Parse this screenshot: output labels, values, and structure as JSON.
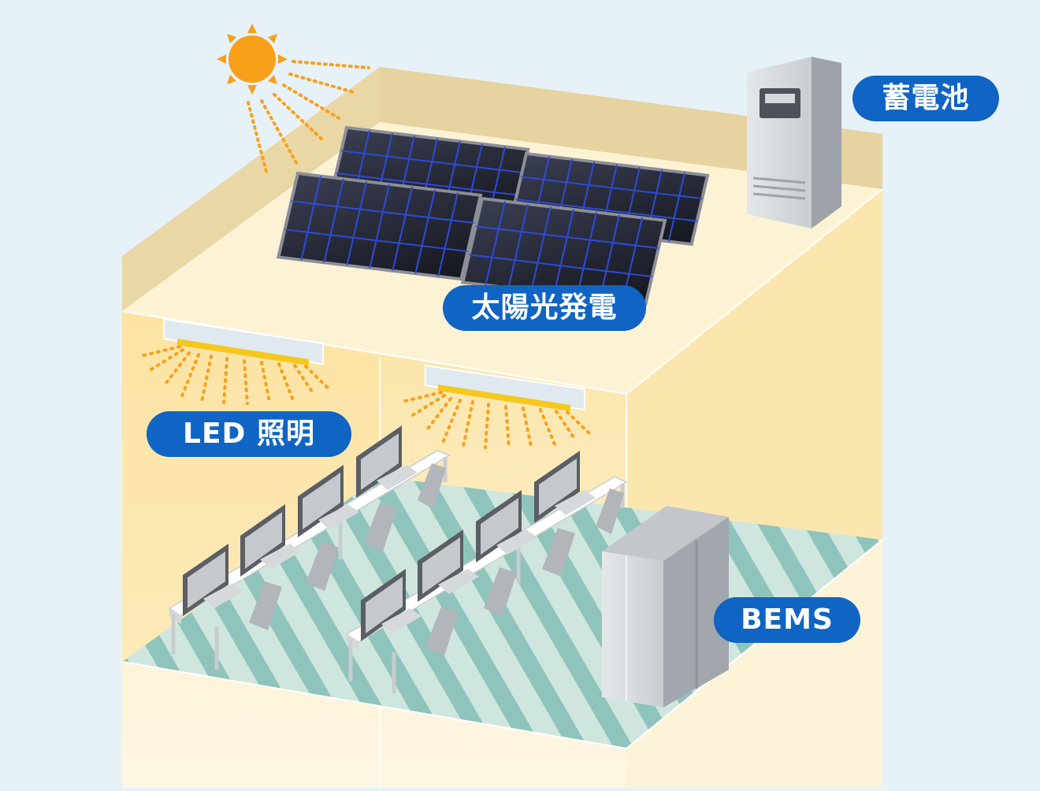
{
  "labels": {
    "battery": "蓄電池",
    "solar": "太陽光発電",
    "led": "LED 照明",
    "bems": "BEMS"
  },
  "icons": [
    "sun-icon",
    "solar-panel",
    "battery-cabinet",
    "led-light",
    "workstation",
    "bems-cabinet"
  ],
  "colors": {
    "background": "#e6f1f8",
    "label_fill": "#0f64c4",
    "label_text": "#ffffff",
    "sun": "#f9a01b",
    "wall": "#fbe9b3",
    "roof": "#fdf3d4",
    "floor_stripe": "#8fc4bc"
  }
}
